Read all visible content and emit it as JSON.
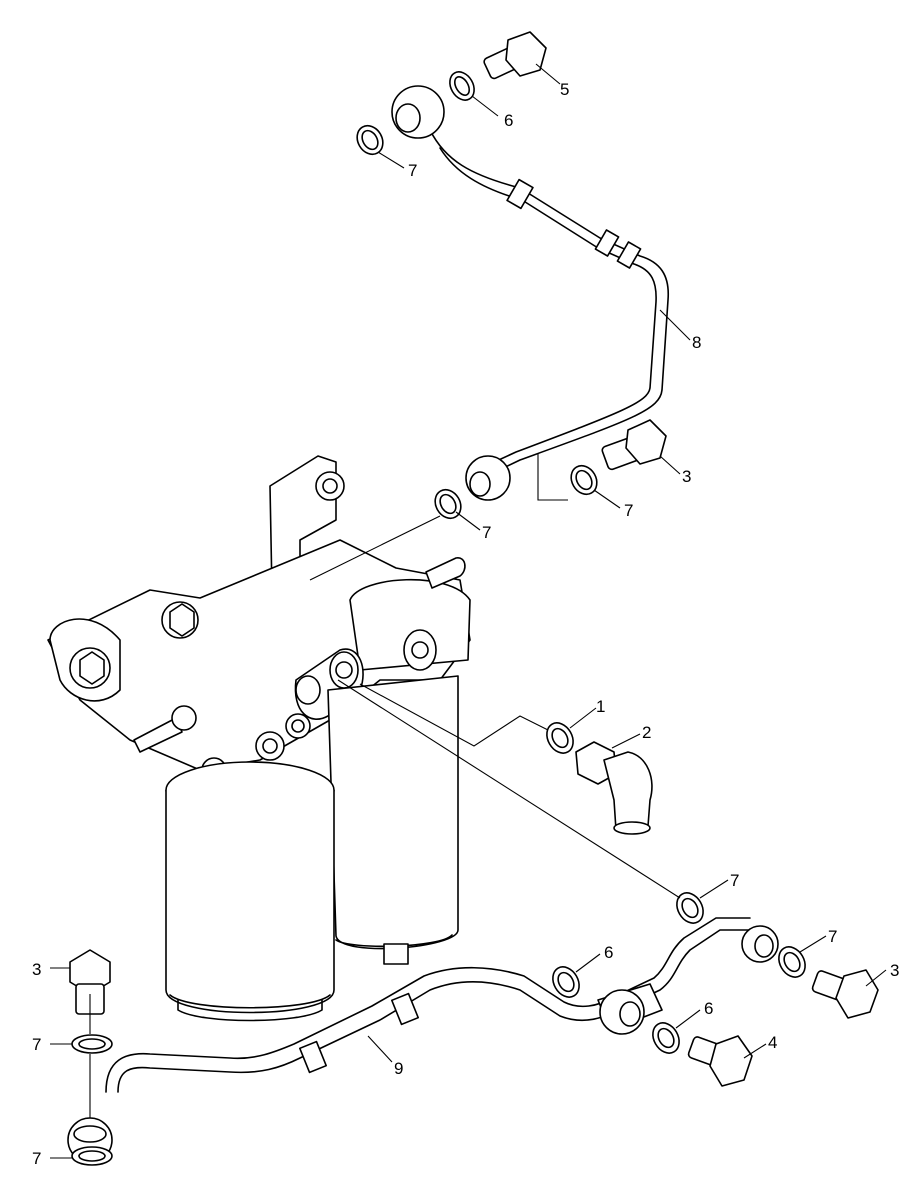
{
  "callouts": {
    "c1": "1",
    "c2": "2",
    "c3_top": "3",
    "c3_right": "3",
    "c3_left": "3",
    "c4": "4",
    "c5": "5",
    "c6_top": "6",
    "c6_mid1": "6",
    "c6_mid2": "6",
    "c7_top": "7",
    "c7_mid_a": "7",
    "c7_mid_b": "7",
    "c7_lower": "7",
    "c7_right": "7",
    "c7_left_a": "7",
    "c7_left_b": "7",
    "c8": "8",
    "c9": "9"
  }
}
